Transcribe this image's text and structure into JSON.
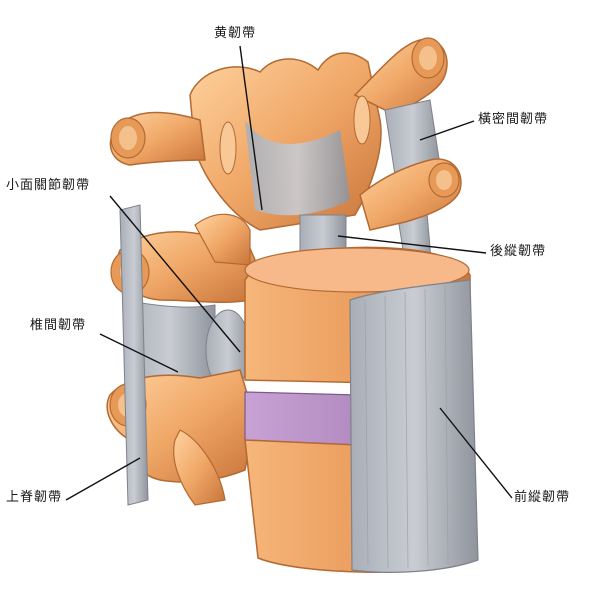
{
  "labels": {
    "ligamentum_flavum": "黄韌帶",
    "intertransverse_ligament": "橫密間韌帶",
    "facet_joint_ligament": "小面關節韌帶",
    "posterior_longitudinal_ligament": "後縱韌帶",
    "interspinous_ligament": "椎間韌帶",
    "supraspinous_ligament": "上脊韌帶",
    "anterior_longitudinal_ligament": "前縱韌帶"
  },
  "colors": {
    "bone": "#f0a868",
    "bone_dark": "#d9803e",
    "bone_light": "#ffd3a0",
    "ligament": "#b8bcc4",
    "ligament_dark": "#8d929c",
    "disc": "#b890c8",
    "line": "#111111"
  }
}
